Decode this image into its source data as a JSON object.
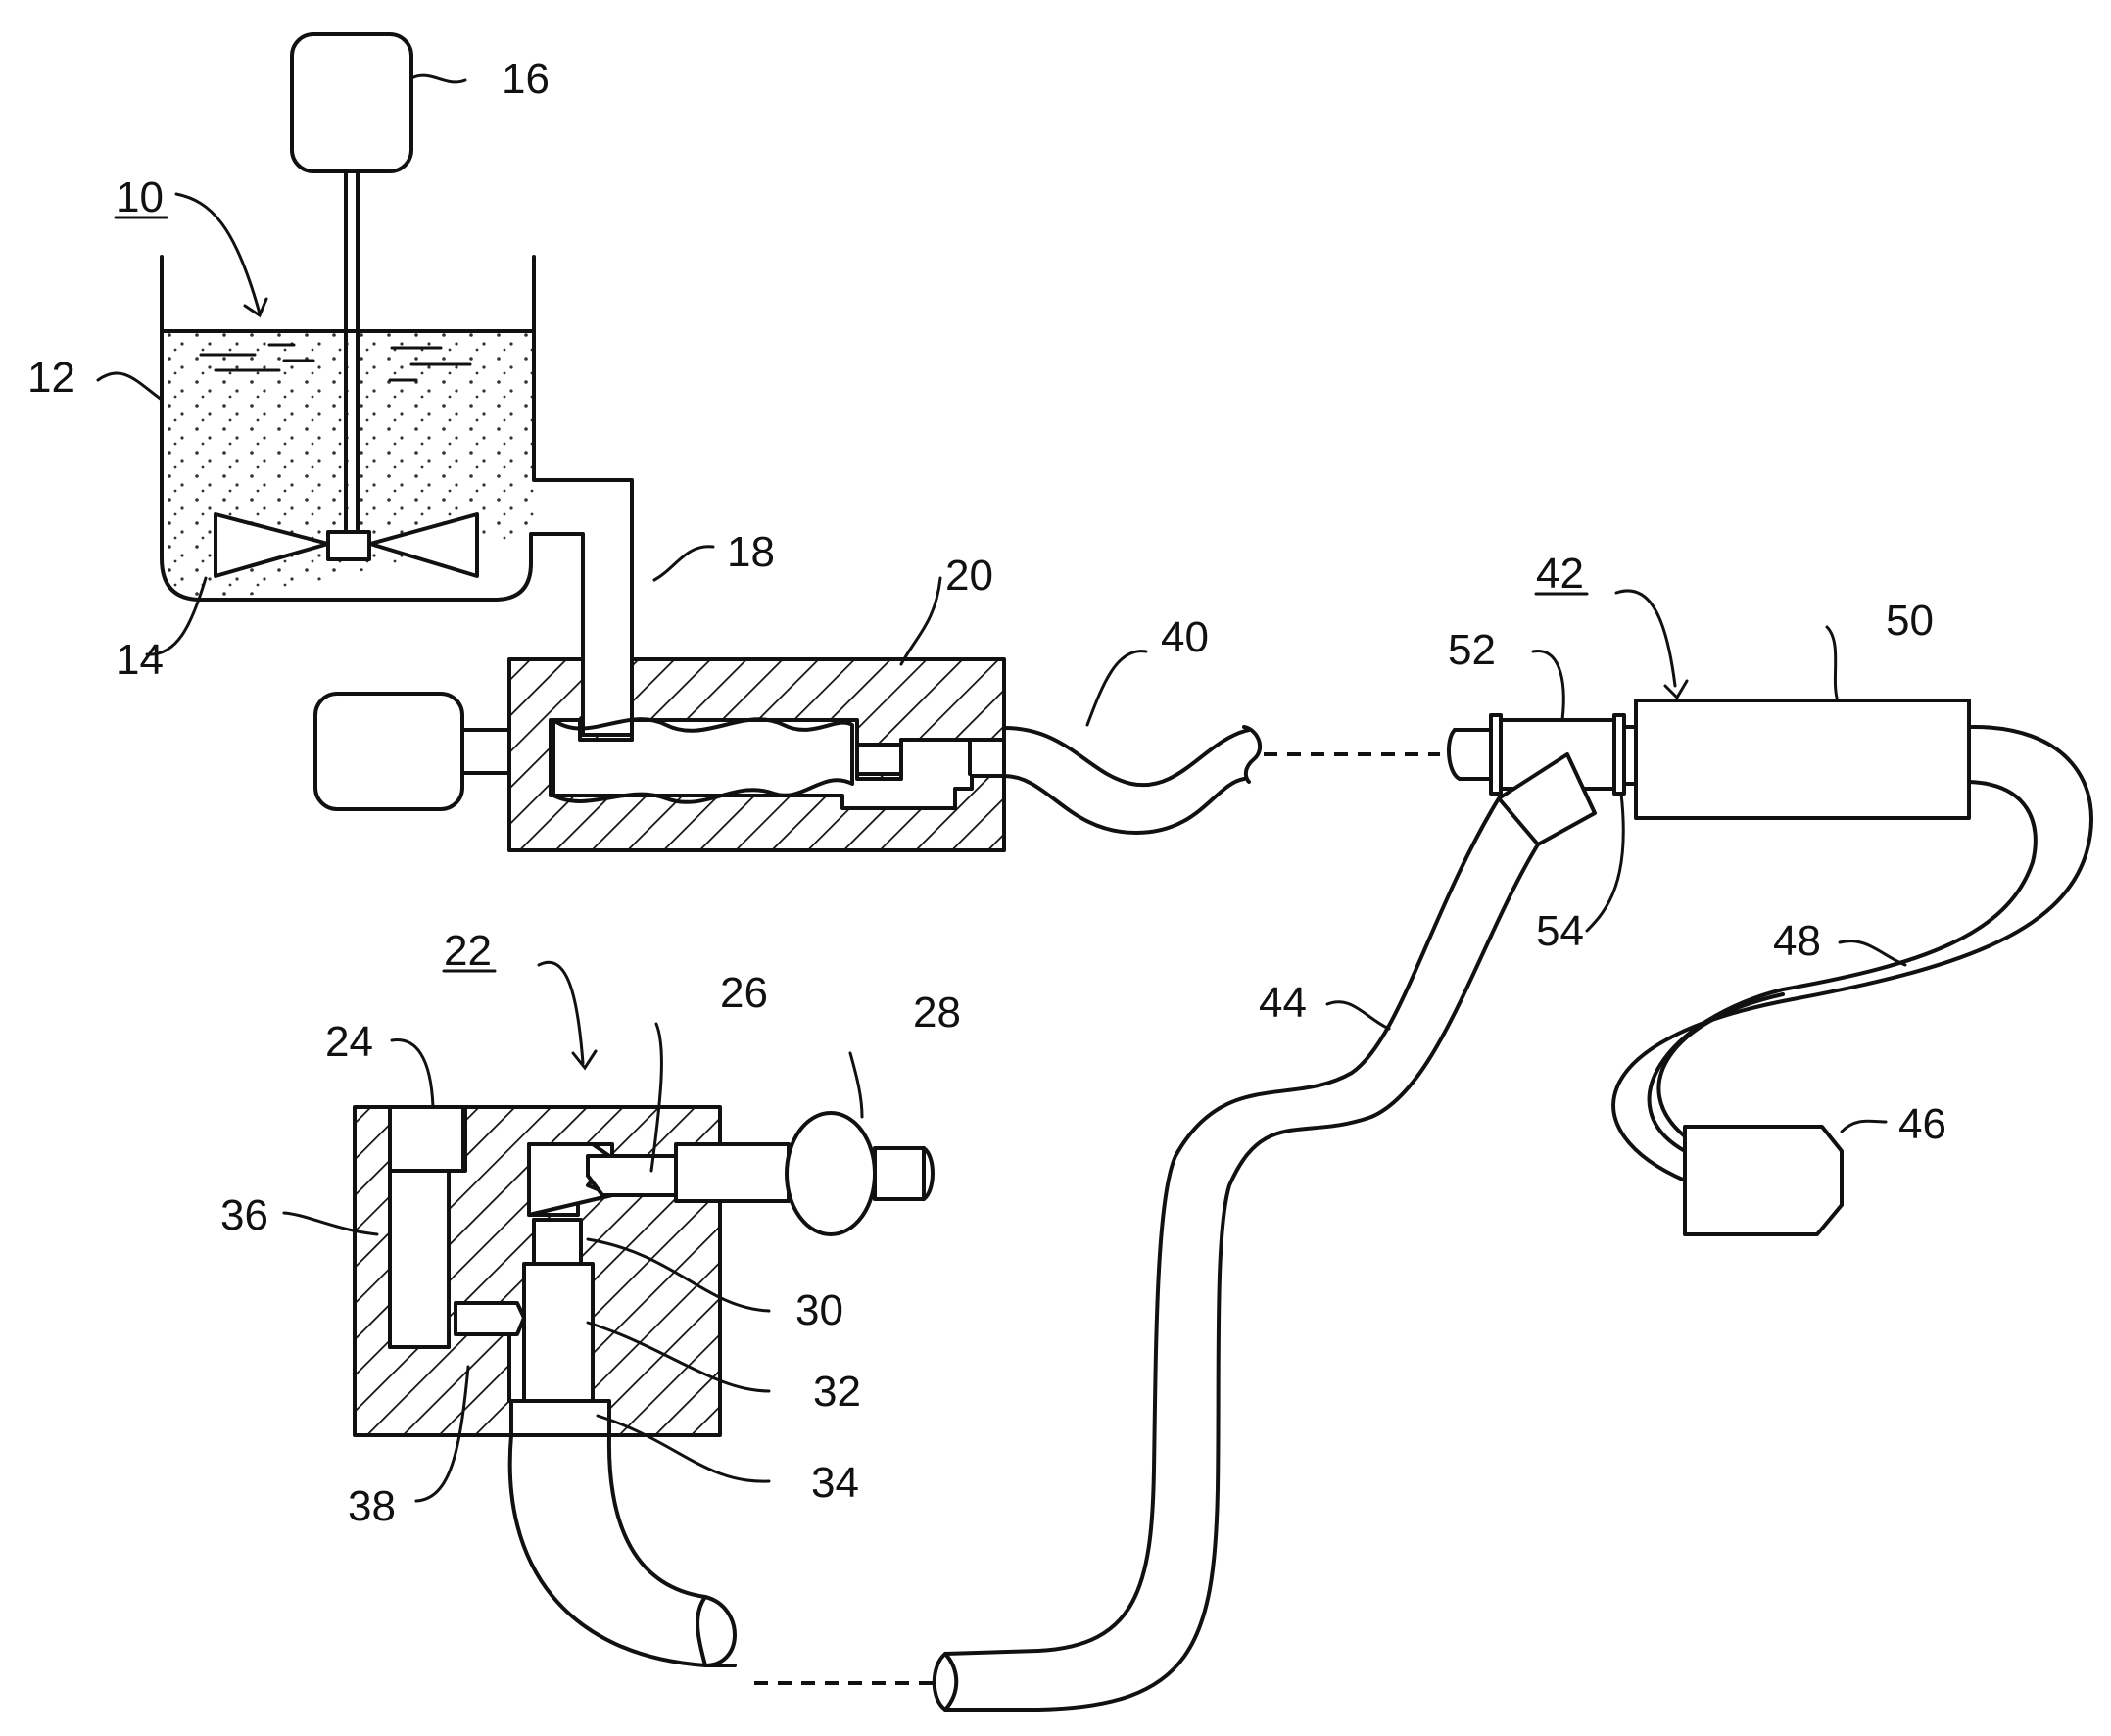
{
  "labels": {
    "l10": "10",
    "l12": "12",
    "l14": "14",
    "l16": "16",
    "l18": "18",
    "l20": "20",
    "l22": "22",
    "l24": "24",
    "l26": "26",
    "l28": "28",
    "l30": "30",
    "l32": "32",
    "l34": "34",
    "l36": "36",
    "l38": "38",
    "l40": "40",
    "l42": "42",
    "l44": "44",
    "l46": "46",
    "l48": "48",
    "l50": "50",
    "l52": "52",
    "l54": "54"
  }
}
